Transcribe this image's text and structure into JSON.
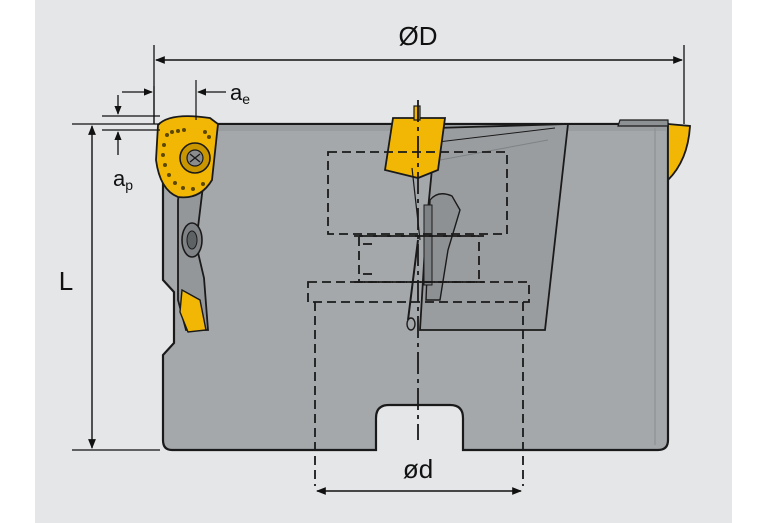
{
  "labels": {
    "outer_diameter": "ØD",
    "width_of_cut": "a",
    "width_of_cut_sub": "e",
    "depth_of_cut": "a",
    "depth_of_cut_sub": "p",
    "length": "L",
    "bore_diameter": "ød"
  },
  "colors": {
    "background": "#e4e6e8",
    "body": "#a5a8ab",
    "body_dark": "#8e9194",
    "outline": "#1a1a1a",
    "insert": "#f2b705",
    "insert_dark": "#c99600",
    "dimension_line": "#111111"
  }
}
